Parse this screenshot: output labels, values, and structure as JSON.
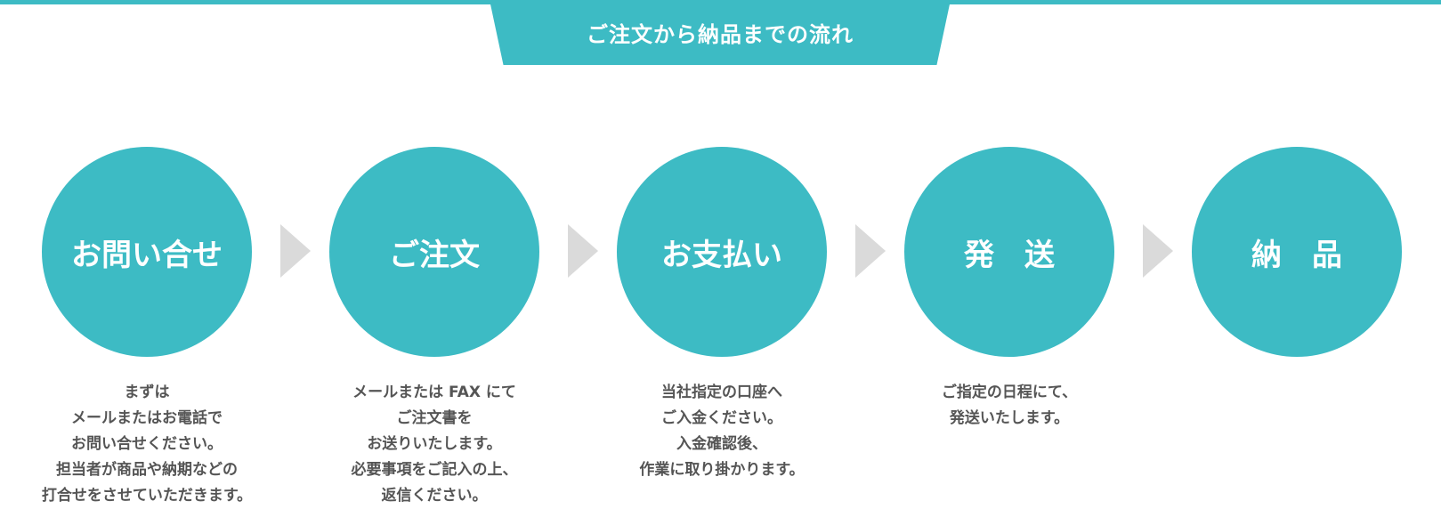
{
  "title": "ご注文から納品までの流れ",
  "colors": {
    "accent": "#3dbbc4",
    "arrow": "#dadada",
    "text": "#555555"
  },
  "steps": [
    {
      "label": "お問い合せ",
      "desc": [
        "まずは",
        "メールまたはお電話で",
        "お問い合せください。",
        "担当者が商品や納期などの",
        "打合せをさせていただきます。"
      ]
    },
    {
      "label": "ご注文",
      "desc": [
        "メールまたは FAX にて",
        "ご注文書を",
        "お送りいたします。",
        "必要事項をご記入の上、",
        "返信ください。"
      ]
    },
    {
      "label": "お支払い",
      "desc": [
        "当社指定の口座へ",
        "ご入金ください。",
        "入金確認後、",
        "作業に取り掛かります。"
      ]
    },
    {
      "label": "発　送",
      "desc": [
        "ご指定の日程にて、",
        "発送いたします。"
      ]
    },
    {
      "label": "納　品",
      "desc": []
    }
  ]
}
